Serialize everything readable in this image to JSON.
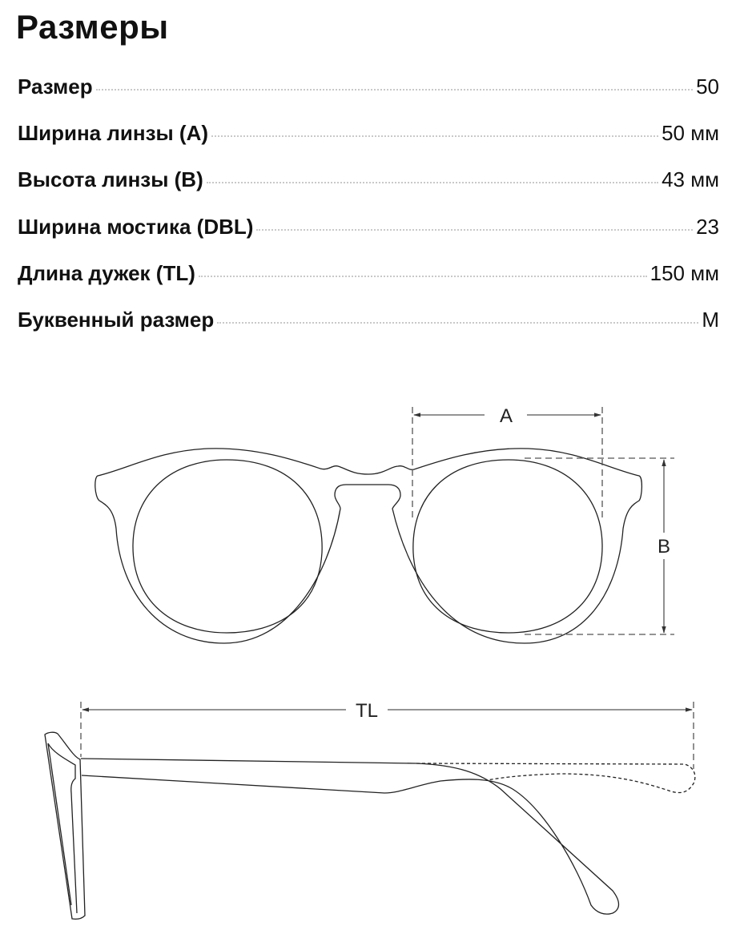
{
  "title": "Размеры",
  "specs": [
    {
      "label": "Размер",
      "value": "50"
    },
    {
      "label": "Ширина линзы (A)",
      "value": "50 мм"
    },
    {
      "label": "Высота линзы (B)",
      "value": "43 мм"
    },
    {
      "label": "Ширина мостика (DBL)",
      "value": "23"
    },
    {
      "label": "Длина дужек (TL)",
      "value": "150 мм"
    },
    {
      "label": "Буквенный размер",
      "value": "M"
    }
  ],
  "diagram": {
    "label_a": "A",
    "label_b": "B",
    "label_tl": "TL"
  }
}
